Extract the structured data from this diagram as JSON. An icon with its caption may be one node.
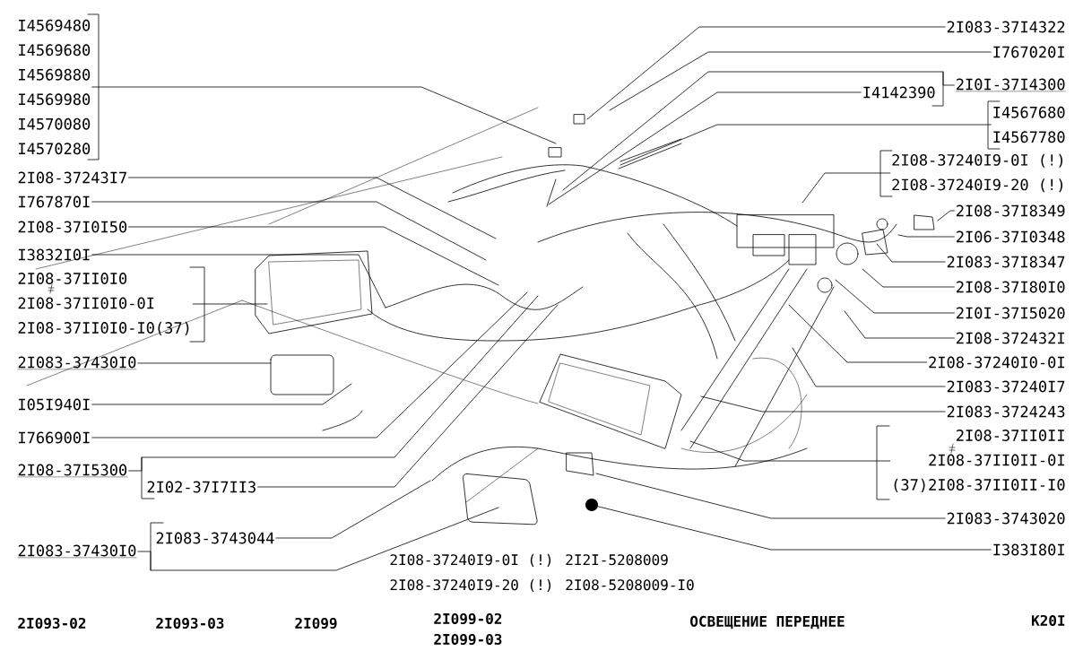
{
  "diagram": {
    "title": "ОСВЕЩЕНИЕ ПЕРЕДНЕЕ",
    "nodes": [
      {
        "text": [
          "I4569480",
          "I4569680",
          "I4569880",
          "I4569980",
          "I4570080",
          "I4570280"
        ]
      },
      {
        "text": [
          "2I08-37243I7"
        ]
      },
      {
        "text": [
          "I767870I"
        ]
      },
      {
        "text": [
          "2I08-37I0I50"
        ]
      },
      {
        "text": [
          "I3832I0I"
        ]
      },
      {
        "text": [
          "2I08-37II0I0",
          "2I08-37II0I0-0I",
          "2I08-37II0I0-I0(37)"
        ]
      },
      {
        "text": [
          "2I083-37430I0"
        ]
      },
      {
        "text": [
          "I05I940I"
        ]
      },
      {
        "text": [
          "I766900I"
        ]
      },
      {
        "text": [
          "2I08-37I5300"
        ]
      },
      {
        "text": [
          "2I02-37I7II3"
        ]
      },
      {
        "text": [
          "2I083-3743044"
        ]
      },
      {
        "text": [
          "2I083-37430I0"
        ]
      },
      {
        "text": [
          "2I083-37I4322"
        ]
      },
      {
        "text": [
          "I767020I"
        ]
      },
      {
        "text": [
          "I4142390"
        ]
      },
      {
        "text": [
          "2I0I-37I4300"
        ]
      },
      {
        "text": [
          "I4567680",
          "I4567780"
        ]
      },
      {
        "text": [
          "2I08-37240I9-0I (!)",
          "2I08-37240I9-20 (!)"
        ]
      },
      {
        "text": [
          "2I08-37I8349"
        ]
      },
      {
        "text": [
          "2I06-37I0348"
        ]
      },
      {
        "text": [
          "2I083-37I8347"
        ]
      },
      {
        "text": [
          "2I08-37I80I0"
        ]
      },
      {
        "text": [
          "2I0I-37I5020"
        ]
      },
      {
        "text": [
          "2I08-372432I"
        ]
      },
      {
        "text": [
          "2I08-37240I0-0I"
        ]
      },
      {
        "text": [
          "2I083-37240I7"
        ]
      },
      {
        "text": [
          "2I083-3724243"
        ]
      },
      {
        "text": [
          "2I08-37II0II",
          "2I08-37II0II-0I",
          "(37)2I08-37II0II-I0"
        ]
      },
      {
        "text": [
          "2I083-3743020"
        ]
      },
      {
        "text": [
          "I383I80I"
        ]
      },
      {
        "text": [],
        "shape": "circle"
      }
    ],
    "edges": [
      {
        "from": 0,
        "to": null,
        "arrow": "none"
      },
      {
        "from": 1,
        "to": null,
        "arrow": "none"
      },
      {
        "from": 2,
        "to": null,
        "arrow": "none"
      },
      {
        "from": 3,
        "to": null,
        "arrow": "none"
      },
      {
        "from": 4,
        "to": null,
        "arrow": "none"
      },
      {
        "from": 5,
        "to": null,
        "arrow": "none"
      },
      {
        "from": 6,
        "to": null,
        "arrow": "none"
      },
      {
        "from": 7,
        "to": null,
        "arrow": "none"
      },
      {
        "from": 8,
        "to": null,
        "arrow": "none"
      },
      {
        "from": 9,
        "to": null,
        "arrow": "none"
      },
      {
        "from": 10,
        "to": null,
        "arrow": "none"
      },
      {
        "from": 11,
        "to": null,
        "arrow": "none"
      },
      {
        "from": 12,
        "to": null,
        "arrow": "none"
      },
      {
        "from": 13,
        "to": null,
        "arrow": "none"
      },
      {
        "from": 14,
        "to": null,
        "arrow": "none"
      },
      {
        "from": 15,
        "to": null,
        "arrow": "none"
      },
      {
        "from": 16,
        "to": null,
        "arrow": "none"
      },
      {
        "from": 17,
        "to": null,
        "arrow": "none"
      },
      {
        "from": 18,
        "to": null,
        "arrow": "none"
      },
      {
        "from": 19,
        "to": null,
        "arrow": "none"
      },
      {
        "from": 20,
        "to": null,
        "arrow": "none"
      },
      {
        "from": 21,
        "to": null,
        "arrow": "none"
      },
      {
        "from": 22,
        "to": null,
        "arrow": "none"
      },
      {
        "from": 23,
        "to": null,
        "arrow": "none"
      },
      {
        "from": 24,
        "to": null,
        "arrow": "none"
      },
      {
        "from": 25,
        "to": null,
        "arrow": "none"
      },
      {
        "from": 26,
        "to": null,
        "arrow": "none"
      },
      {
        "from": 27,
        "to": null,
        "arrow": "none"
      },
      {
        "from": 28,
        "to": null,
        "arrow": "none"
      },
      {
        "from": 29,
        "to": null,
        "arrow": "none"
      },
      {
        "from": 30,
        "to": 31,
        "arrow": "none"
      }
    ],
    "labels": [
      "2I08-37240I9-0I (!) 2I2I-5208009",
      "2I08-37240I9-20 (!) 2I08-5208009-I0",
      "2I093-02",
      "2I093-03",
      "2I099",
      "2I099-02",
      "2I099-03",
      "K20I"
    ]
  }
}
